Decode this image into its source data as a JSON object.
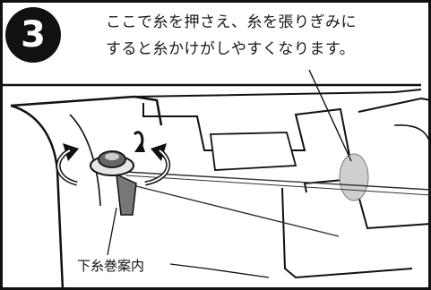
{
  "step": {
    "number": "3"
  },
  "instruction": {
    "line1": "ここで糸を押さえ、糸を張りぎみに",
    "line2": "すると糸かけがしやすくなります。"
  },
  "labels": {
    "bobbin_winder_guide": "下糸巻案内"
  },
  "icons": {
    "rotate_left": "curved-arrow-left-icon",
    "rotate_right": "curved-arrow-right-icon"
  }
}
